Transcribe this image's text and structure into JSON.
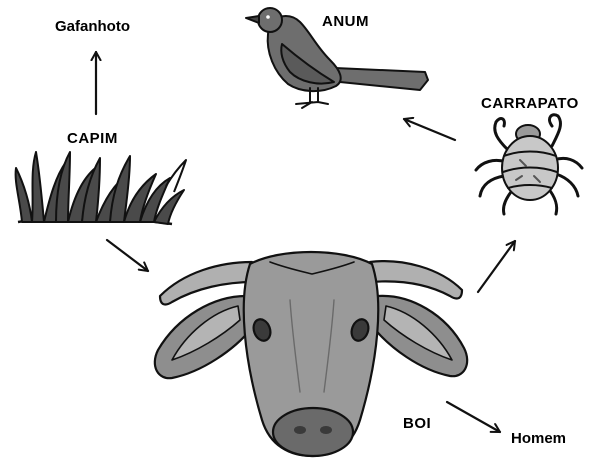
{
  "labels": {
    "gafanhoto": "Gafanhoto",
    "anum": "ANUM",
    "carrapato": "CARRAPATO",
    "capim": "CAPIM",
    "boi": "BOI",
    "homem": "Homem"
  },
  "icons": {
    "bird": "bird-icon",
    "tick": "tick-icon",
    "grass": "grass-icon",
    "ox": "ox-head-icon"
  },
  "colors": {
    "background": "#ffffff",
    "ink": "#111111",
    "bird_fill": "#6e6e6e",
    "tick_fill": "#c8c8c8",
    "ox_fill": "#9a9a9a",
    "ox_dark": "#6a6a6a"
  }
}
